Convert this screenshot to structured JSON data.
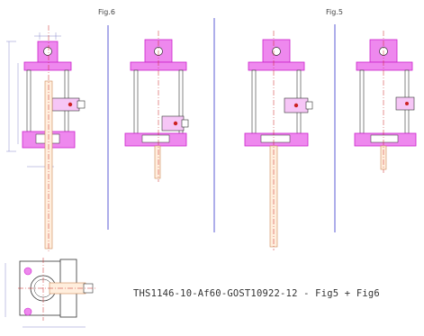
{
  "figure_labels": {
    "fig6": "Fig.6",
    "fig5": "Fig.5"
  },
  "title_block": "THS1146-10-Af60-GOST10922-12 - Fig5 + Fig6",
  "colors": {
    "part_fill": "#ee88ee",
    "part_stroke": "#cc22cc",
    "outline": "#333333",
    "divider": "#3333cc",
    "centerline": "#cc2222",
    "dimension": "#8888cc",
    "rod": "#ffeedd"
  }
}
